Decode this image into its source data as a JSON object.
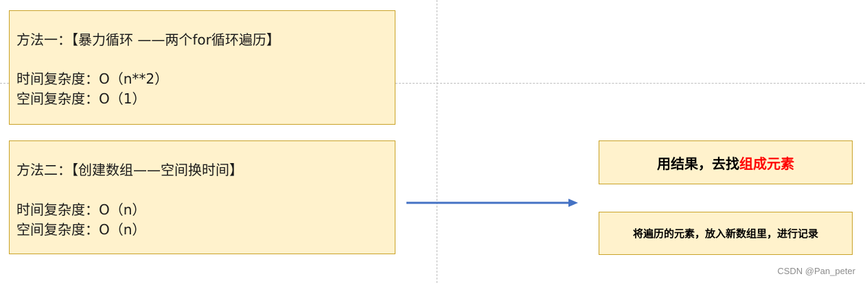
{
  "method1": {
    "title": "方法一：【暴力循环 ——两个for循环遍历】",
    "time_complexity": "时间复杂度：O（n**2）",
    "space_complexity": "空间复杂度：O（1）"
  },
  "method2": {
    "title": "方法二：【创建数组——空间换时间】",
    "time_complexity": "时间复杂度：O（n）",
    "space_complexity": "空间复杂度：O（n）"
  },
  "idea_box": {
    "text_prefix": "用结果，去找",
    "text_highlight": "组成元素"
  },
  "note_box": {
    "text": "将遍历的元素，放入新数组里，进行记录"
  },
  "watermark": "CSDN @Pan_peter",
  "colors": {
    "box_fill": "#fff2cc",
    "box_border": "#c9a227",
    "arrow": "#4472c4",
    "highlight": "#ff0000"
  }
}
